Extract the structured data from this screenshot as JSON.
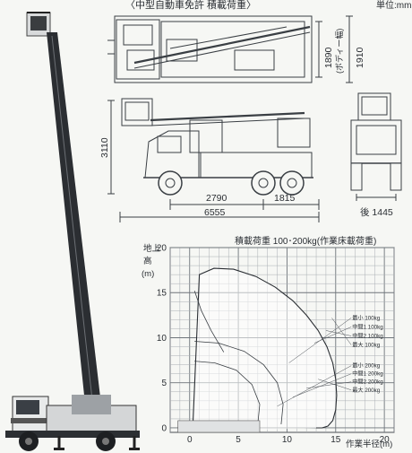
{
  "header": {
    "title_fragment": "〈中型自動車免許 積載荷重〉",
    "unit": "単位:mm"
  },
  "top_view": {
    "dims": [
      "1890",
      "1910"
    ],
    "body_label": "(ボディー幅)"
  },
  "side_view": {
    "height": "3110",
    "wheelbase": "2790",
    "rear_overhang": "1815",
    "overall_length": "6555"
  },
  "rear_view": {
    "tread_label": "後 1445"
  },
  "chart": {
    "load_title": "積載荷重 100･200kg(作業床載荷重)",
    "ylabel_lines": [
      "地上",
      "高",
      "(m)"
    ],
    "xlabel": "作業半径(m)"
  },
  "chart_data": {
    "type": "line",
    "title": "",
    "xlabel": "作業半径(m)",
    "ylabel": "地上高(m)",
    "xlim": [
      -2,
      21
    ],
    "ylim": [
      -0.5,
      20
    ],
    "x_ticks": [
      0,
      5,
      10,
      15,
      20
    ],
    "y_ticks": [
      0,
      5,
      10,
      15,
      20
    ],
    "grid": true,
    "legend": "right",
    "envelope_100kg": {
      "x": [
        0.3,
        1.0,
        2.5,
        4.5,
        6.8,
        8.8,
        10.6,
        12.0,
        13.2,
        14.1,
        14.7,
        15.0,
        15.1,
        15.0,
        14.7,
        14.2,
        13.6,
        13.0
      ],
      "y": [
        -0.5,
        17.0,
        17.7,
        17.6,
        16.8,
        15.6,
        14.1,
        12.5,
        10.8,
        9.0,
        7.2,
        5.4,
        3.6,
        2.0,
        0.8,
        0.2,
        0.0,
        0.0
      ]
    },
    "series": [
      {
        "name": "最小 100kg",
        "values": []
      },
      {
        "name": "中間1 100kg",
        "values": []
      },
      {
        "name": "中間2 100kg",
        "values": []
      },
      {
        "name": "最大 100kg",
        "values": []
      },
      {
        "name": "最小 200kg",
        "values": []
      },
      {
        "name": "中間1 200kg",
        "values": []
      },
      {
        "name": "中間2 200kg",
        "values": []
      },
      {
        "name": "最大 200kg",
        "values": []
      }
    ]
  },
  "colors": {
    "ink": "#2a2e33",
    "grid": "#9aa0a6",
    "paper": "#f6f7f4"
  }
}
